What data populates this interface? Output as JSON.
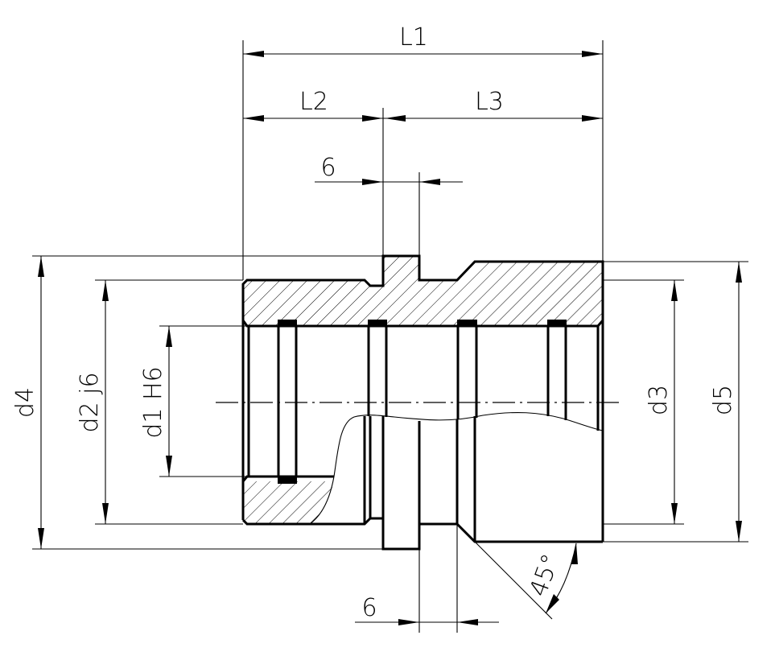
{
  "drawing": {
    "title": "Bushing with sealing grooves - section view",
    "line_color": "#000000",
    "background": "#ffffff"
  },
  "dimensions": {
    "overall_length": "L1",
    "left_length": "L2",
    "right_length": "L3",
    "collar_width_top": "6",
    "collar_width_bottom": "6",
    "outer_diameter_collar": "d4",
    "outer_diameter_left": "d2 j6",
    "bore_diameter": "d1 H6",
    "inner_diameter_right": "d3",
    "outer_diameter_right": "d5",
    "chamfer_angle": "45°"
  }
}
